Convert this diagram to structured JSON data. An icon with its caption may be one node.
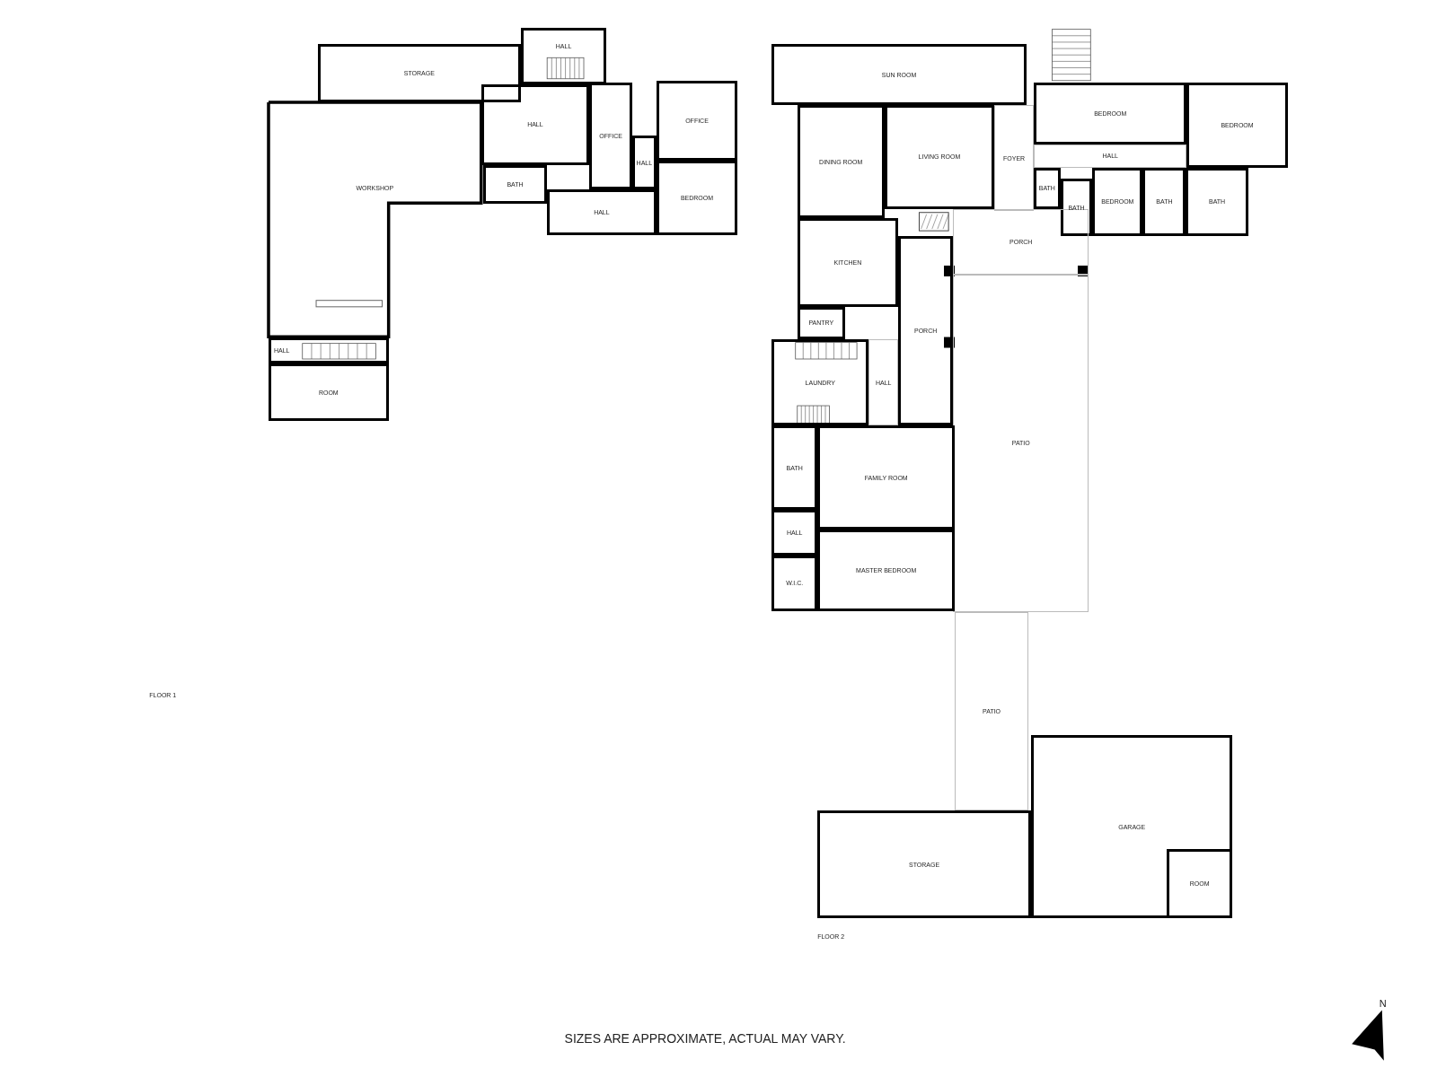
{
  "diagram": {
    "nodes": [
      {
        "text": [
          "STORAGE"
        ]
      },
      {
        "text": [
          "HALL"
        ]
      },
      {
        "text": [
          "WORKSHOP"
        ]
      },
      {
        "text": [
          "HALL"
        ]
      },
      {
        "text": [
          "BATH"
        ]
      },
      {
        "text": [
          "OFFICE"
        ]
      },
      {
        "text": [
          "OFFICE"
        ]
      },
      {
        "text": [
          "HALL"
        ]
      },
      {
        "text": [
          "HALL"
        ]
      },
      {
        "text": [
          "BEDROOM"
        ]
      },
      {
        "text": [
          "HALL"
        ]
      },
      {
        "text": [
          "ROOM"
        ]
      },
      {
        "text": [
          "SUN ROOM"
        ]
      },
      {
        "text": [
          "BEDROOM"
        ]
      },
      {
        "text": [
          "BEDROOM"
        ]
      },
      {
        "text": [
          "DINING ROOM"
        ]
      },
      {
        "text": [
          "LIVING ROOM"
        ]
      },
      {
        "text": [
          "FOYER"
        ]
      },
      {
        "text": [
          "HALL"
        ]
      },
      {
        "text": [
          "BATH"
        ]
      },
      {
        "text": [
          "BATH"
        ]
      },
      {
        "text": [
          "BEDROOM"
        ]
      },
      {
        "text": [
          "BATH"
        ]
      },
      {
        "text": [
          "BATH"
        ]
      },
      {
        "text": [
          "PORCH"
        ]
      },
      {
        "text": [
          "KITCHEN"
        ]
      },
      {
        "text": [
          "PANTRY"
        ]
      },
      {
        "text": [
          "PORCH"
        ]
      },
      {
        "text": [
          "LAUNDRY"
        ]
      },
      {
        "text": [
          "HALL"
        ]
      },
      {
        "text": [
          "PATIO"
        ]
      },
      {
        "text": [
          "BATH"
        ]
      },
      {
        "text": [
          "FAMILY ROOM"
        ]
      },
      {
        "text": [
          "HALL"
        ]
      },
      {
        "text": [
          "W.I.C."
        ]
      },
      {
        "text": [
          "MASTER BEDROOM"
        ]
      },
      {
        "text": [
          "PATIO"
        ]
      },
      {
        "text": [
          "STORAGE"
        ]
      },
      {
        "text": [
          "GARAGE"
        ]
      },
      {
        "text": [
          "ROOM"
        ],
        "in": 38
      }
    ],
    "labels": [
      "FLOOR 1",
      "FLOOR 2",
      "N",
      "SIZES ARE APPROXIMATE, ACTUAL MAY VARY."
    ]
  }
}
